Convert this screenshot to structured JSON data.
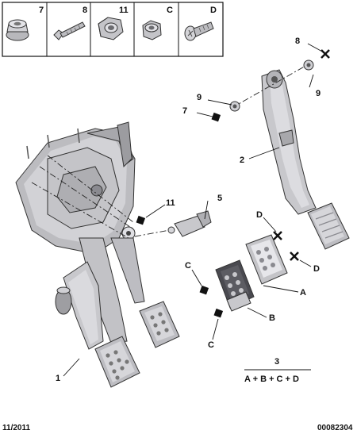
{
  "header_strip": [
    {
      "ref": "7"
    },
    {
      "ref": "8"
    },
    {
      "ref": "11"
    },
    {
      "ref": "C"
    },
    {
      "ref": "D"
    }
  ],
  "callouts": {
    "c1": "1",
    "c2": "2",
    "c3": "3",
    "c5": "5",
    "c7": "7",
    "c8": "8",
    "c9a": "9",
    "c9b": "9",
    "c11": "11",
    "cA": "A",
    "cB": "B",
    "cC1": "C",
    "cC2": "C",
    "cD1": "D",
    "cD2": "D"
  },
  "formula": "A + B + C + D",
  "footer": {
    "date": "11/2011",
    "code": "00082304"
  },
  "colors": {
    "part_fill": "#c8c8cc",
    "part_dark": "#8e8e94",
    "part_light": "#e4e4e8",
    "marker": "#111111"
  }
}
